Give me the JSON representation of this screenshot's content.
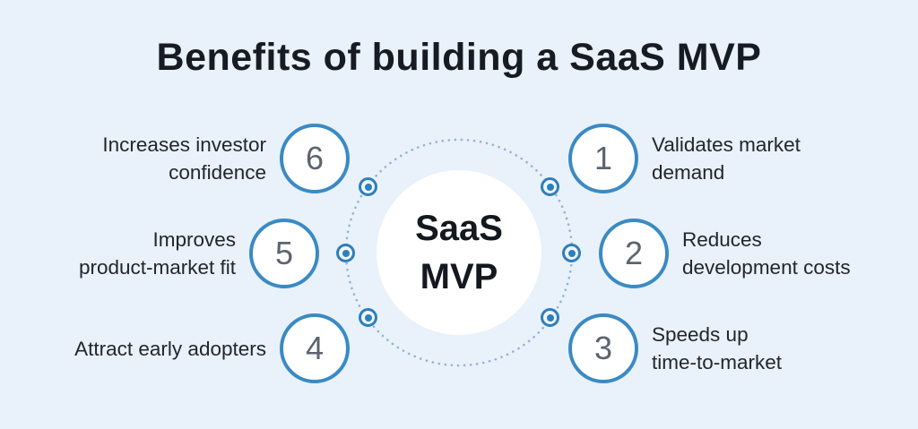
{
  "title": "Benefits of building a SaaS MVP",
  "center": {
    "line1": "SaaS",
    "line2": "MVP"
  },
  "items": [
    {
      "number": "1",
      "line1": "Validates market",
      "line2": "demand"
    },
    {
      "number": "2",
      "line1": "Reduces",
      "line2": "development costs"
    },
    {
      "number": "3",
      "line1": "Speeds up",
      "line2": "time-to-market"
    },
    {
      "number": "4",
      "line1": "Attract early adopters",
      "line2": ""
    },
    {
      "number": "5",
      "line1": "Improves",
      "line2": "product-market fit"
    },
    {
      "number": "6",
      "line1": "Increases investor",
      "line2": "confidence"
    }
  ],
  "colors": {
    "background": "#e9f1fb",
    "accent_blue": "#3a8ac4",
    "marker_blue": "#2f7fb9",
    "dotted_ring": "#93b2d4",
    "number_gray": "#5d646e",
    "text_dark": "#22262e",
    "title_dark": "#171b24",
    "center_fill": "#ffffff"
  }
}
